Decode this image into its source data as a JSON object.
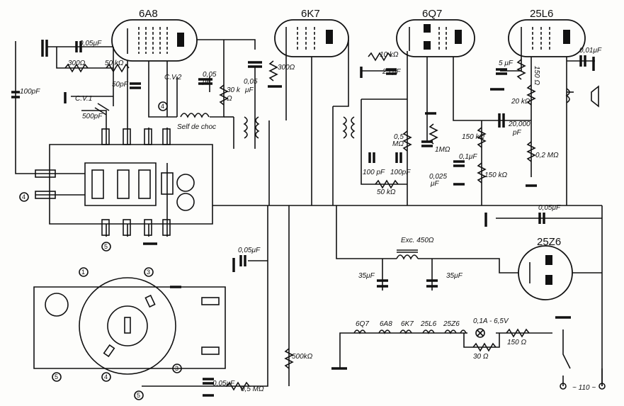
{
  "tubes": {
    "t1": "6A8",
    "t2": "6K7",
    "t3": "6Q7",
    "t4": "25L6",
    "rect": "25Z6"
  },
  "components": {
    "c005_a": "0,05μF",
    "r300_a": "300Ω",
    "r50k_a": "50 kΩ",
    "c50p": "50pF",
    "cv2": "C.V.2",
    "c005_b": "0,05",
    "c005_b2": "μF",
    "r30k": "30 k",
    "r30k2": "Ω",
    "c100p_a": "100pF",
    "cv1": "C.V.1",
    "c500p": "500pF",
    "self": "Self de choc",
    "c005_c": "0,05",
    "c005_c2": "μF",
    "r300_b": "300Ω",
    "r10k": "10 kΩ",
    "c25u": "25 μF",
    "r05m_a": "0,5",
    "r05m_a2": "MΩ",
    "pot1m": "1MΩ",
    "c100p_b": "100 pF",
    "c100p_c": "100pF",
    "r50k_b": "50 kΩ",
    "c01u": "0,1μF",
    "c0025": "0,025",
    "c0025b": "μF",
    "c5u": "5 μF",
    "r150_v": "150 Ω",
    "r20k": "20 kΩ",
    "c20000": "20,000",
    "c20000b": "pF",
    "r150k_a": "150 kΩ",
    "r150k_b": "150 kΩ",
    "r02m": "0,2 MΩ",
    "c001u": "0,01μF",
    "c005_d": "0,05μF",
    "c005_e": "0,05μF",
    "exc": "Exc. 450Ω",
    "c35_a": "35μF",
    "c35_b": "35μF",
    "r500k": "500kΩ",
    "c005_f": "0,05μF",
    "r05m_b": "0,5 MΩ",
    "fil1": "6Q7",
    "fil2": "6A8",
    "fil3": "6K7",
    "fil4": "25L6",
    "fil5": "25Z6",
    "lamp": "0,1A - 6,5V",
    "r30": "30 Ω",
    "r150": "150 Ω",
    "mains": "~ 110 ~"
  },
  "markers": {
    "m1": "1",
    "m3a": "3",
    "m3b": "3",
    "m4a": "4",
    "m4b": "4",
    "m4c": "4",
    "m5a": "5",
    "m5b": "5",
    "m5c": "5"
  }
}
